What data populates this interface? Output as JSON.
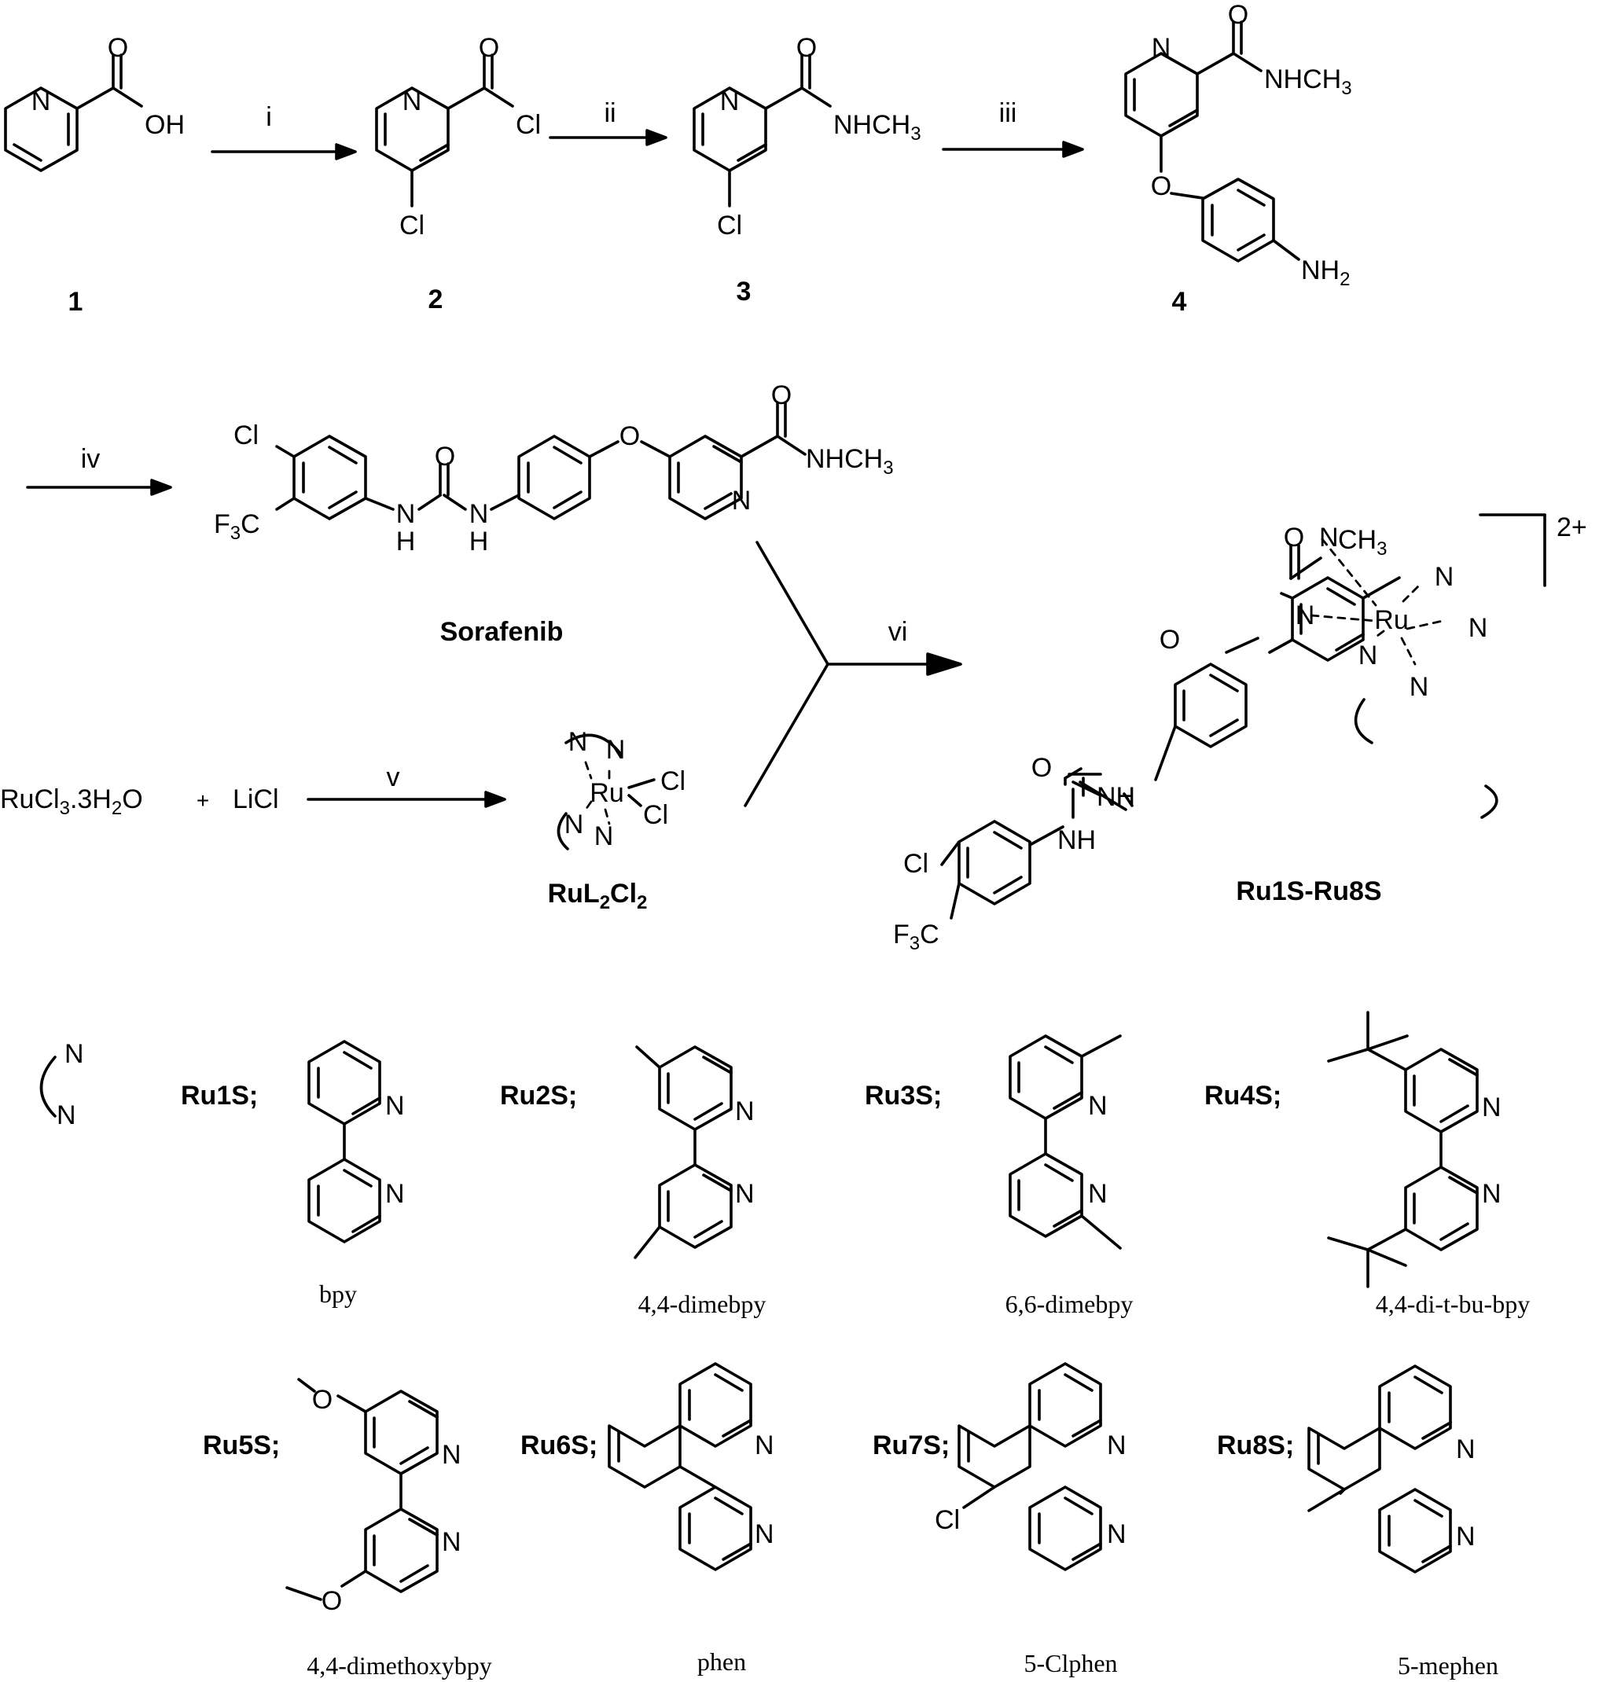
{
  "labels": {
    "N": "N",
    "O": "O",
    "OH": "OH",
    "Cl": "Cl",
    "NHCH3": "NHCH",
    "sub3": "3",
    "NH2": "NH",
    "sub2": "2",
    "NH": "NH",
    "H": "H",
    "F3C_F": "F",
    "F3C_C": "C",
    "Ru": "Ru",
    "RuCl3": "RuCl",
    "H2O_tail": ".3H",
    "H2O_O": "O",
    "plus": "+",
    "LiCl": "LiCl",
    "L": "L",
    "charge": "2+"
  },
  "compounds": {
    "c1": "1",
    "c2": "2",
    "c3": "3",
    "c4": "4",
    "sorafenib": "Sorafenib",
    "rul2cl2_prefix": "RuL",
    "rul2cl2_mid": "Cl",
    "product": "Ru1S-Ru8S"
  },
  "steps": {
    "i": "i",
    "ii": "ii",
    "iii": "iii",
    "iv": "iv",
    "v": "v",
    "vi": "vi"
  },
  "ligands": [
    {
      "code": "Ru1S;",
      "name": "bpy"
    },
    {
      "code": "Ru2S;",
      "name": "4,4-dimebpy"
    },
    {
      "code": "Ru3S;",
      "name": "6,6-dimebpy"
    },
    {
      "code": "Ru4S;",
      "name": "4,4-di-t-bu-bpy"
    },
    {
      "code": "Ru5S;",
      "name": "4,4-dimethoxybpy"
    },
    {
      "code": "Ru6S;",
      "name": "phen"
    },
    {
      "code": "Ru7S;",
      "name": "5-Clphen"
    },
    {
      "code": "Ru8S;",
      "name": "5-mephen"
    }
  ]
}
